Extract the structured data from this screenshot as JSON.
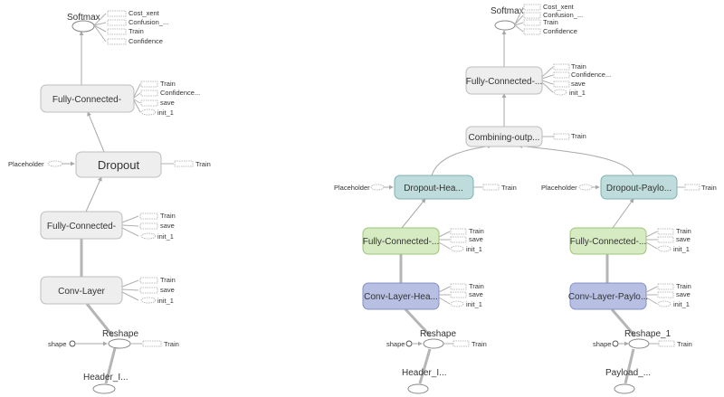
{
  "colors": {
    "gray_fill": "#eeeeee",
    "gray_stroke": "#bdbdbd",
    "teal_fill": "#bfdcdc",
    "teal_stroke": "#7fb0b0",
    "green_fill": "#d6ebc2",
    "green_stroke": "#9cc47a",
    "blue_fill": "#b7c0e3",
    "blue_stroke": "#8290c4",
    "edge": "#a8a8a8"
  },
  "left_graph": {
    "softmax": "Softmax",
    "softmax_outputs": [
      "Cost_xent",
      "Confusion_...",
      "Train",
      "Confidence"
    ],
    "fc2": "Fully-Connected-",
    "fc2_outputs": [
      "Train",
      "Confidence...",
      "save",
      "init_1"
    ],
    "dropout": "Dropout",
    "dropout_input": "Placeholder",
    "dropout_output": "Train",
    "fc1": "Fully-Connected-",
    "fc1_outputs": [
      "Train",
      "save",
      "init_1"
    ],
    "conv": "Conv-Layer",
    "conv_outputs": [
      "Train",
      "save",
      "init_1"
    ],
    "reshape": "Reshape",
    "reshape_input": "shape",
    "reshape_output": "Train",
    "input": "Header_I..."
  },
  "right_graph": {
    "softmax": "Softmax",
    "softmax_outputs": [
      "Cost_xent",
      "Confusion_...",
      "Train",
      "Confidence"
    ],
    "fc_top": "Fully-Connected-...",
    "fc_top_outputs": [
      "Train",
      "Confidence...",
      "save",
      "init_1"
    ],
    "combine": "Combining-outp...",
    "combine_output": "Train",
    "dropout_header": "Dropout-Hea...",
    "dropout_header_input": "Placeholder",
    "dropout_header_output": "Train",
    "dropout_payload": "Dropout-Paylo...",
    "dropout_payload_input": "Placeholder",
    "dropout_payload_output": "Train",
    "fc_header": "Fully-Connected-...",
    "fc_header_outputs": [
      "Train",
      "save",
      "init_1"
    ],
    "fc_payload": "Fully-Connected-...",
    "fc_payload_outputs": [
      "Train",
      "save",
      "init_1"
    ],
    "conv_header": "Conv-Layer-Hea...",
    "conv_header_outputs": [
      "Train",
      "save",
      "init_1"
    ],
    "conv_payload": "Conv-Layer-Paylo...",
    "conv_payload_outputs": [
      "Train",
      "save",
      "init_1"
    ],
    "reshape_header": "Reshape",
    "reshape_header_input": "shape",
    "reshape_header_output": "Train",
    "reshape_payload": "Reshape_1",
    "reshape_payload_input": "shape",
    "reshape_payload_output": "Train",
    "input_header": "Header_I...",
    "input_payload": "Payload_..."
  }
}
